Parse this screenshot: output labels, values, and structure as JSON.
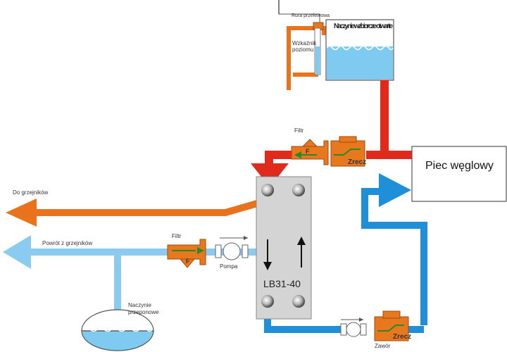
{
  "labels": {
    "overflow_pipe": "Rura przelewowa",
    "tank": "Naczynie wzbiorcze otwarte",
    "level_indicator_1": "Wzkaźnik",
    "level_indicator_2": "poziomu",
    "filter_top": "Filtr",
    "filter_top_letter": "F",
    "valve_top": "Zrecz",
    "boiler": "Piec węglowy",
    "supply": "Do grzejników",
    "return": "Powrót z grzejników",
    "filter_bottom": "Filtr",
    "filter_bottom_letter": "F",
    "pump": "Pompa",
    "exchanger": "LB31-40",
    "diaphragm_1": "Naczynie",
    "diaphragm_2": "przeponowe",
    "valve_bottom": "Zrecz",
    "valve_bottom_caption": "Zawór"
  },
  "colors": {
    "hot_pipe": "#e02a1b",
    "supply_pipe": "#e8731c",
    "return_light": "#8ccbf0",
    "return_dark": "#1e8fd8",
    "fitting": "#e8781e",
    "water": "#7fcaf0",
    "exchanger": "#d4d4d4"
  }
}
